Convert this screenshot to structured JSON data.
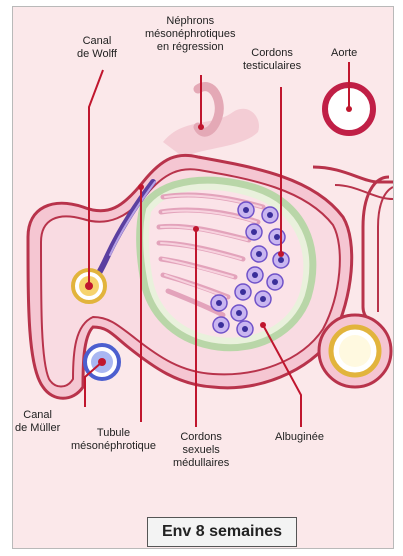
{
  "labels": {
    "canal_wolff": "Canal\nde Wolff",
    "nephrons": "Néphrons\nmésonéphrotiques\nen régression",
    "cordons_testiculaires": "Cordons\ntesticulaires",
    "aorte": "Aorte",
    "canal_muller": "Canal\nde Müller",
    "tubule": "Tubule\nmésonéphrotique",
    "cordons_medullaires": "Cordons\nsexuels\nmédullaires",
    "albuginee": "Albuginée"
  },
  "caption": "Env 8 semaines",
  "colors": {
    "background": "#fbe8ea",
    "tissue_outline": "#b8334b",
    "tissue_fill": "#f7cdd6",
    "gonad_border": "#cfe2c4",
    "cords": "#e7a8bd",
    "wolff_duct": "#f6c84a",
    "muller_duct": "#5a6fd6",
    "aorta": "#c01f46",
    "leader_line": "#c0162e"
  }
}
